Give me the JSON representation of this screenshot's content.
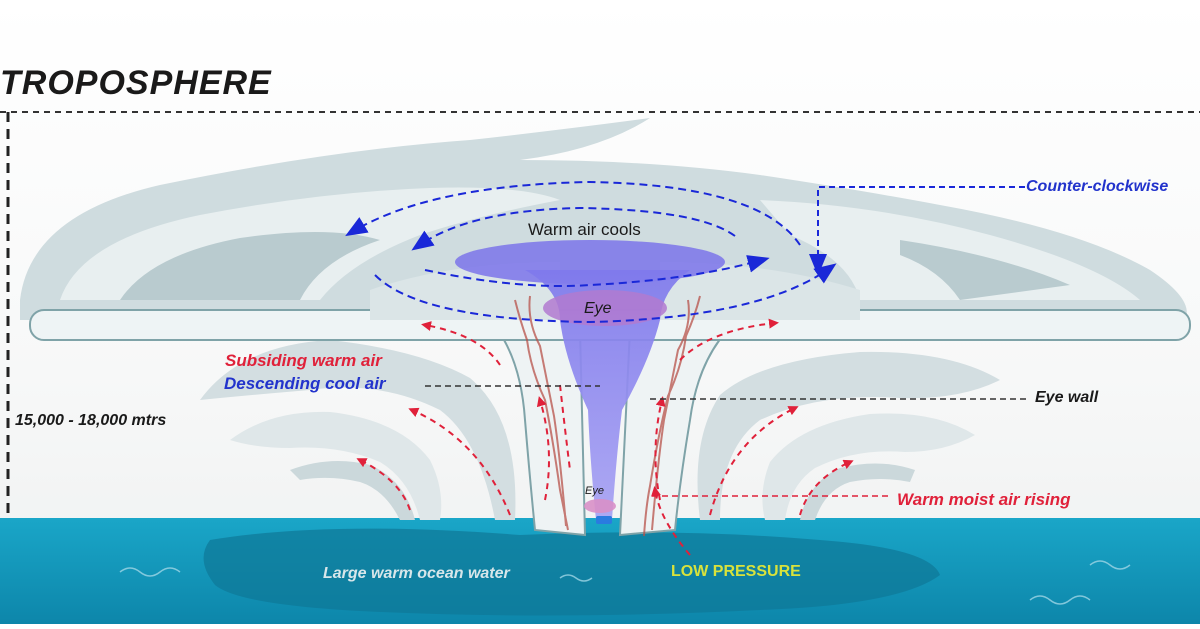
{
  "title": "TROPOSPHERE",
  "labels": {
    "height_range": "15,000 - 18,000 mtrs",
    "counter_clockwise": "Counter-clockwise",
    "warm_air_cools": "Warm air cools",
    "eye_top": "Eye",
    "eye_bottom": "Eye",
    "subsiding_warm_air": "Subsiding warm air",
    "descending_cool_air": "Descending cool air",
    "eye_wall": "Eye wall",
    "warm_moist_air_rising": "Warm moist air rising",
    "large_warm_ocean_water": "Large warm ocean water",
    "low_pressure": "LOW PRESSURE"
  },
  "colors": {
    "ocean": "#1596b8",
    "ocean_dark": "#0f7ea0",
    "cloud_light": "#e6eef0",
    "cloud_mid": "#c9d8dc",
    "cloud_outline": "#7fa3a8",
    "eye_fill": "#8a84ee",
    "eye_core": "#b27ad0",
    "arrow_red": "#e0213a",
    "arrow_blue": "#1a28d8",
    "text_dark": "#1a1a1a",
    "text_red": "#e0213a",
    "text_blue": "#2233cc",
    "text_yellow": "#d8e23c"
  }
}
